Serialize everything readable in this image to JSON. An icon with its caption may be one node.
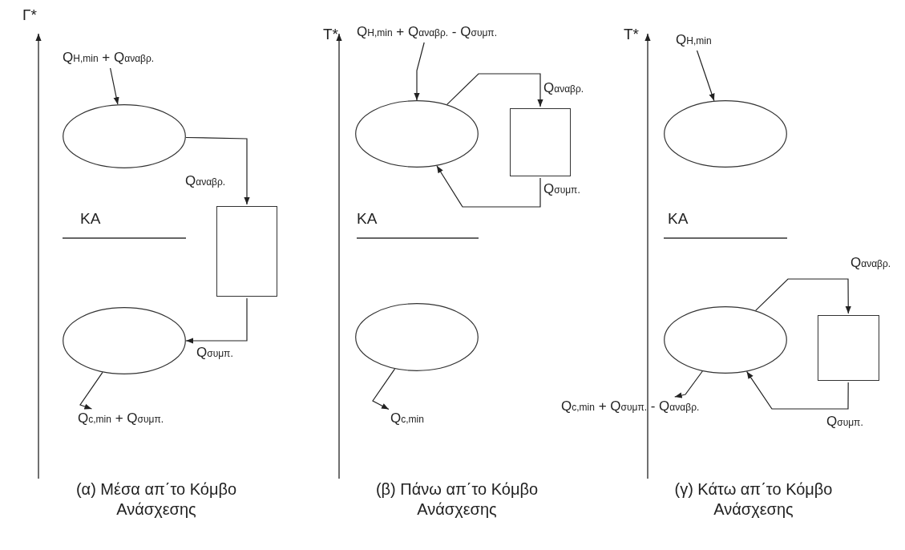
{
  "diagram": {
    "nodes": [
      {
        "text": [
          "Q$_{H,min}$ + Q$_{αναβρ.}$"
        ]
      },
      {
        "text": [],
        "shape": "ellipse"
      },
      {
        "text": [],
        "shape": "box"
      },
      {
        "text": [],
        "shape": "ellipse"
      },
      {
        "text": [
          "Q$_{c,min}$ + Q$_{συμπ.}$"
        ]
      },
      {
        "text": [
          "Q$_{H,min}$ + Q$_{αναβρ.}$ - Q$_{συμπ.}$"
        ]
      },
      {
        "text": [],
        "shape": "ellipse"
      },
      {
        "text": [],
        "shape": "box"
      },
      {
        "text": [],
        "shape": "ellipse"
      },
      {
        "text": [
          "Q$_{c,min}$"
        ]
      },
      {
        "text": [
          "Q$_{H,min}$"
        ]
      },
      {
        "text": [],
        "shape": "ellipse"
      },
      {
        "text": [],
        "shape": "ellipse"
      },
      {
        "text": [],
        "shape": "box"
      },
      {
        "text": [
          "Q$_{c,min}$ + Q$_{συμπ.}$ - Q$_{αναβρ.}$"
        ]
      }
    ],
    "edges": [
      {
        "from": 0,
        "to": 1,
        "arrow": "to"
      },
      {
        "from": 1,
        "to": 2,
        "arrow": "to",
        "label": "Q$_{αναβρ.}$"
      },
      {
        "from": 2,
        "to": 3,
        "arrow": "to",
        "label": "Q$_{συμπ.}$"
      },
      {
        "from": 3,
        "to": 4,
        "arrow": "to"
      },
      {
        "from": 5,
        "to": 6,
        "arrow": "to"
      },
      {
        "from": 6,
        "to": 7,
        "arrow": "to",
        "label": "Q$_{αναβρ.}$"
      },
      {
        "from": 7,
        "to": 6,
        "arrow": "to",
        "label": "Q$_{συμπ.}$"
      },
      {
        "from": 8,
        "to": 9,
        "arrow": "to"
      },
      {
        "from": 10,
        "to": 11,
        "arrow": "to"
      },
      {
        "from": 12,
        "to": 13,
        "arrow": "to",
        "label": "Q$_{αναβρ.}$"
      },
      {
        "from": 13,
        "to": 12,
        "arrow": "to",
        "label": "Q$_{συμπ.}$"
      },
      {
        "from": 12,
        "to": 14,
        "arrow": "to"
      }
    ],
    "labels": [
      "Γ*",
      "KA",
      "(α) Μέσα απ΄το Κόμβο Ανάσχεσης",
      "T*",
      "KA",
      "(β) Πάνω απ΄το Κόμβο Ανάσχεσης",
      "T*",
      "KA",
      "(γ) Κάτω απ΄το Κόμβο Ανάσχεσης"
    ]
  }
}
